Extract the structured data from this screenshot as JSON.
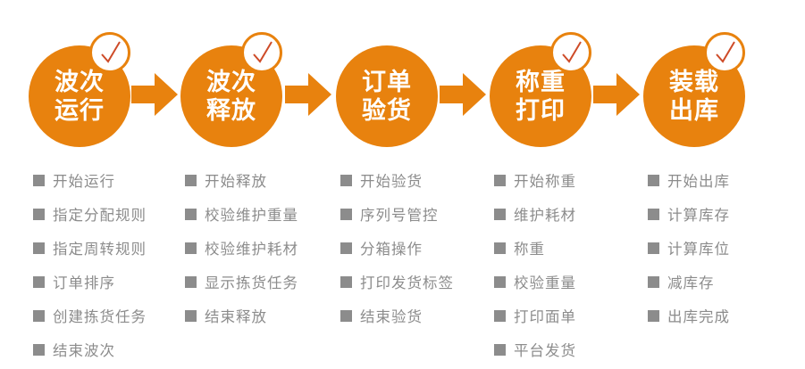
{
  "colors": {
    "primary_orange": "#E8820E",
    "check_red": "#CE4B28",
    "list_gray": "#8C8C8C",
    "page_bg": "#FFFFFF"
  },
  "stages": [
    {
      "title_lines": [
        "波次",
        "运行"
      ],
      "completed": true,
      "items": [
        "开始运行",
        "指定分配规则",
        "指定周转规则",
        "订单排序",
        "创建拣货任务",
        "结束波次"
      ]
    },
    {
      "title_lines": [
        "波次",
        "释放"
      ],
      "completed": true,
      "items": [
        "开始释放",
        "校验维护重量",
        "校验维护耗材",
        "显示拣货任务",
        "结束释放"
      ]
    },
    {
      "title_lines": [
        "订单",
        "验货"
      ],
      "completed": false,
      "items": [
        "开始验货",
        "序列号管控",
        "分箱操作",
        "打印发货标签",
        "结束验货"
      ]
    },
    {
      "title_lines": [
        "称重",
        "打印"
      ],
      "completed": true,
      "items": [
        "开始称重",
        "维护耗材",
        "称重",
        "校验重量",
        "打印面单",
        "平台发货"
      ]
    },
    {
      "title_lines": [
        "装载",
        "出库"
      ],
      "completed": true,
      "items": [
        "开始出库",
        "计算库存",
        "计算库位",
        "减库存",
        "出库完成"
      ]
    }
  ]
}
